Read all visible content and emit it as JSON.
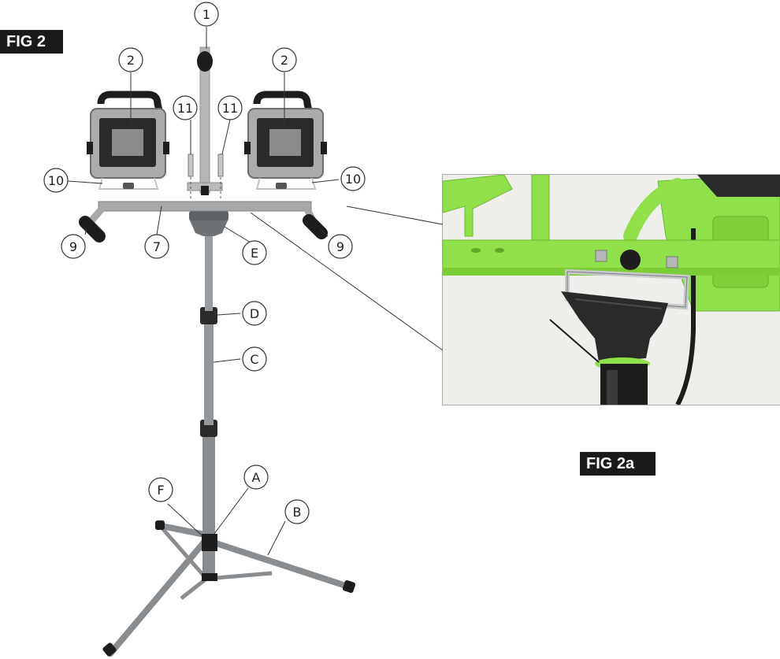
{
  "figures": {
    "main_label": "FIG 2",
    "detail_label": "FIG 2a"
  },
  "callouts": {
    "c1": "1",
    "c2_left": "2",
    "c2_right": "2",
    "c11_left": "11",
    "c11_right": "11",
    "c10_left": "10",
    "c10_right": "10",
    "c9_left": "9",
    "c9_right": "9",
    "c7": "7",
    "cE": "E",
    "cD": "D",
    "cC": "C",
    "cA": "A",
    "cF": "F",
    "cB": "B"
  },
  "colors": {
    "detail_green": "#8fe04a",
    "stand_gray": "#8a8d90",
    "light_gray": "#a6a8aa",
    "knob_black": "#1d1d1d",
    "badge_black": "#1a1a1a"
  }
}
